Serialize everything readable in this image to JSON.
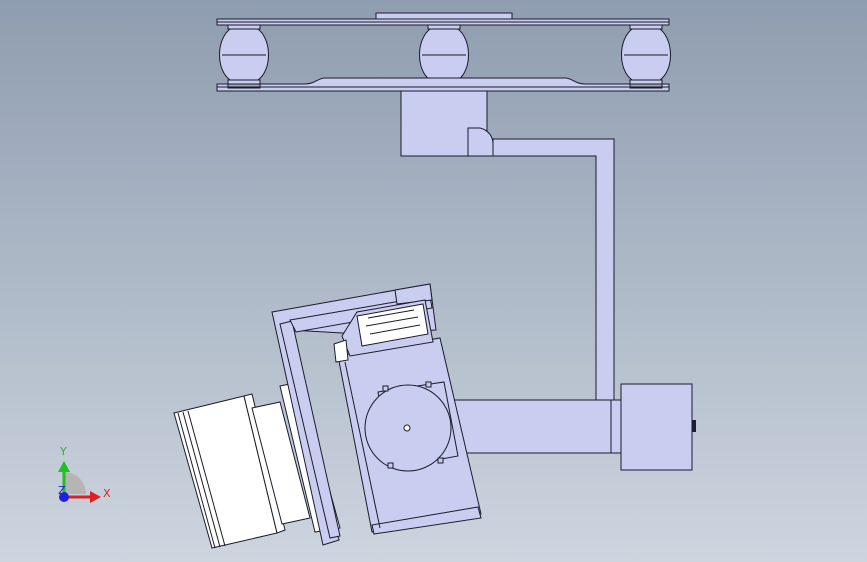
{
  "axis_triad": {
    "x_label": "X",
    "y_label": "Y",
    "z_label": "Z",
    "x_color": "#e02020",
    "y_color": "#20c020",
    "z_color": "#2020e0"
  },
  "colors": {
    "background_top": "#8f9db0",
    "background_bottom": "#cdd5df",
    "part_fill": "#c9cdf0",
    "lens_fill": "#ffffff",
    "edge": "#1c1c2a"
  }
}
